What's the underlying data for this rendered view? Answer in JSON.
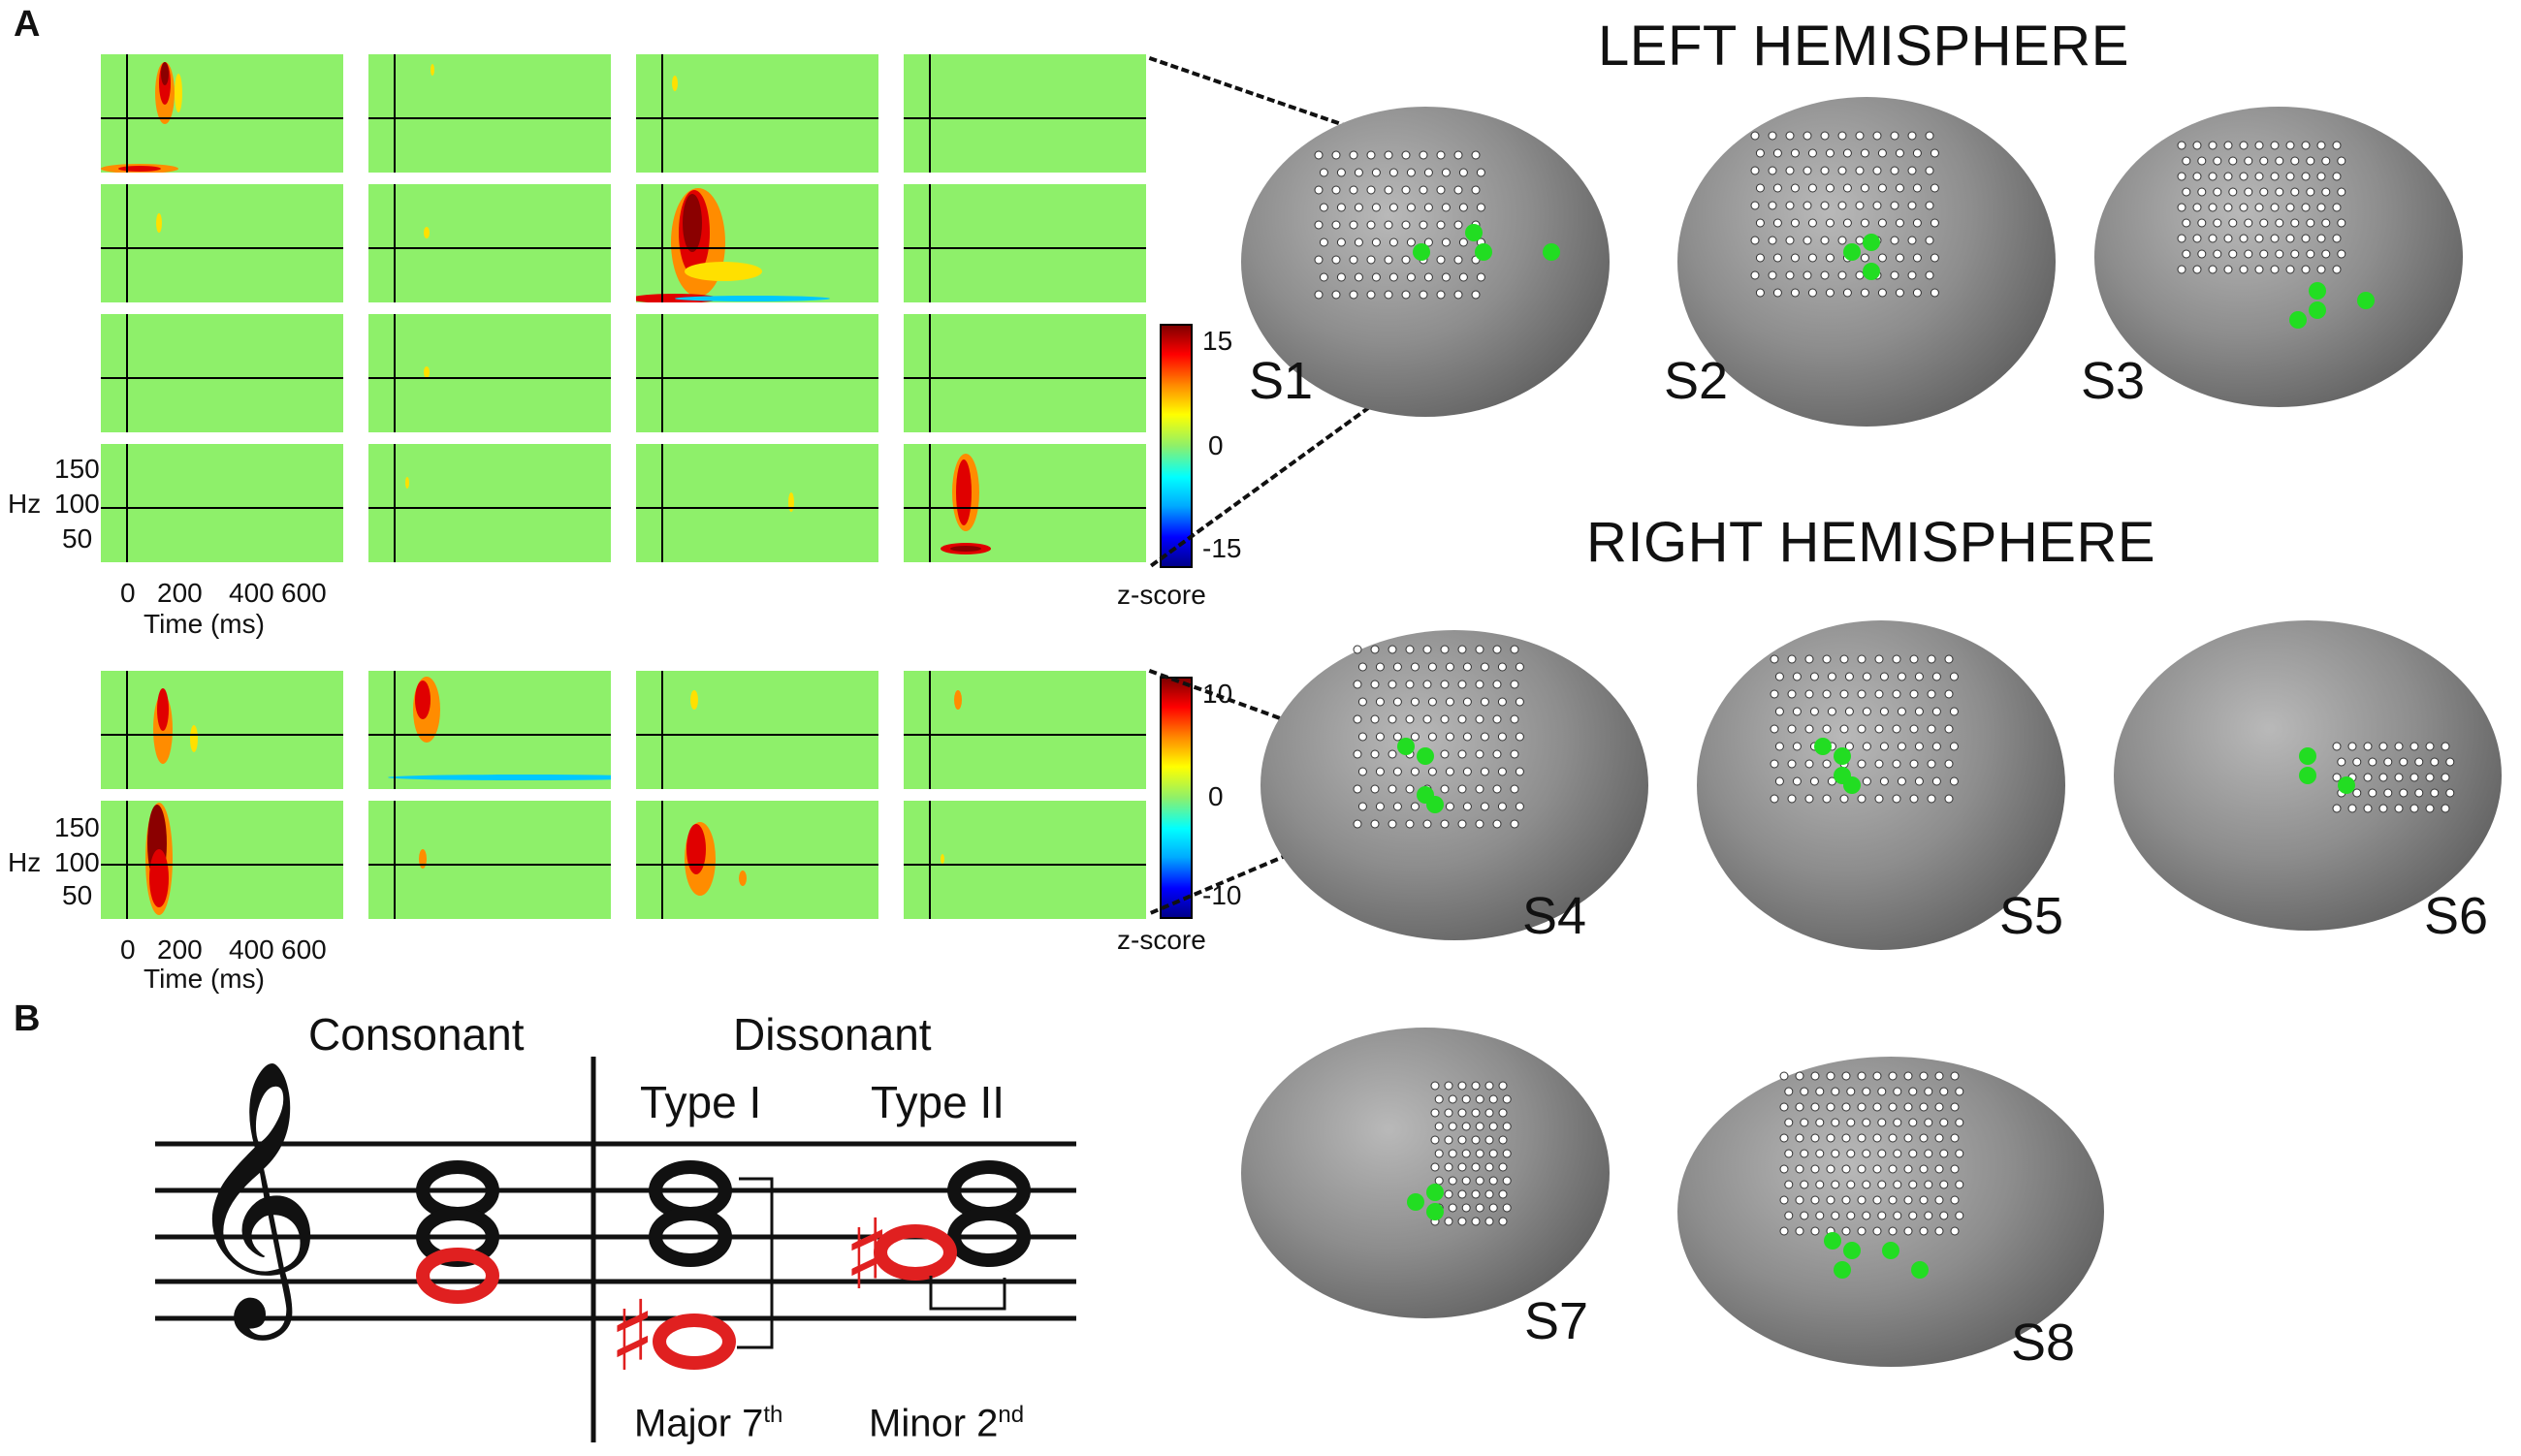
{
  "panels": {
    "a_label": "A",
    "b_label": "B"
  },
  "spectrogram_axes": {
    "y_ticks_top": [
      "150",
      "100",
      "50"
    ],
    "y_unit": "Hz",
    "x_ticks": [
      "0",
      "200",
      "400",
      "600"
    ],
    "x_title": "Time (ms)"
  },
  "colorbar_top": {
    "ticks": [
      "15",
      "0",
      "-15"
    ],
    "label": "z-score"
  },
  "colorbar_bottom": {
    "ticks": [
      "10",
      "0",
      "-10"
    ],
    "label": "z-score"
  },
  "left_hemisphere": {
    "title": "LEFT HEMISPHERE",
    "subjects": [
      "S1",
      "S2",
      "S3"
    ]
  },
  "right_hemisphere": {
    "title": "RIGHT HEMISPHERE",
    "subjects": [
      "S4",
      "S5",
      "S6",
      "S7",
      "S8"
    ]
  },
  "music": {
    "consonant": "Consonant",
    "dissonant": "Dissonant",
    "type1": "Type I",
    "type2": "Type II",
    "major7_base": "Major 7",
    "major7_sup": "th",
    "minor2_base": "Minor 2",
    "minor2_sup": "nd",
    "sharp_glyph": "♯",
    "clef_glyph": "𝄞"
  },
  "colors": {
    "background_green": "#8ef06a",
    "electrode_active": "#22dd22",
    "electrode_inactive": "#ffffff",
    "note_red": "#e02020"
  }
}
